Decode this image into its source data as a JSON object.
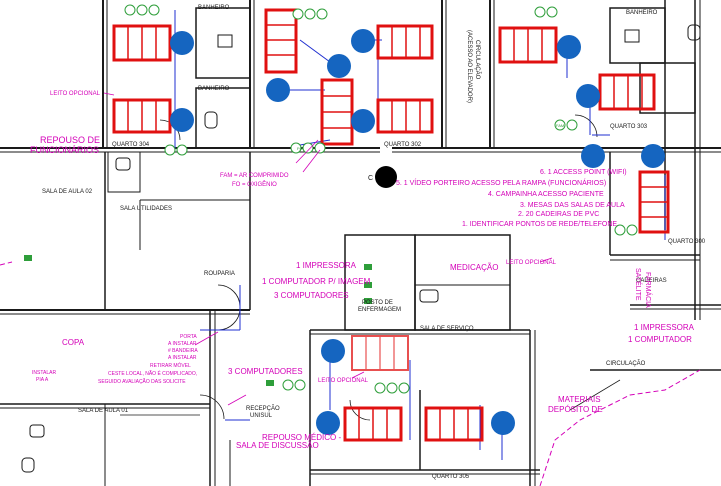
{
  "colors": {
    "wall": "#1a1a1a",
    "bed": "#e01010",
    "marker": "#1565c0",
    "annotation": "#d400b8",
    "badge": "#2e9e3a",
    "wire": "#1f2fd0",
    "access_point": "#000000"
  },
  "icons": {
    "marker": "blue-circle-marker",
    "access_point": "black-circle-marker"
  },
  "labels": {
    "banheiro_top": "BANHEIRO",
    "banheiro_mid": "BANHEIRO",
    "banheiro_right": "BANHEIRO",
    "circulacao": "CIRCULAÇÃO",
    "circulacao_sub": "(ACESSO AO ELEVADOR)",
    "leito_opcional": "LEITO OPCIONAL",
    "quarto_304": "QUARTO 304",
    "quarto_302": "QUARTO 302",
    "quarto_303": "QUARTO 303",
    "quarto_300": "QUARTO 300",
    "repouso_func_1": "REPOUSO DE",
    "repouso_func_2": "FUNCIONÁRIOS",
    "sala_aula_02": "SALA DE AULA 02",
    "sala_utilidades": "SALA UTILIDADES",
    "fa_comprimido": "FAM = AR COMPRIMIDO",
    "fo_oxigenio": "FO = OXIGÊNIO",
    "ap_label": "C",
    "rouparia": "ROUPARIA",
    "comp_imagem_1": "1 IMPRESSORA",
    "comp_imagem_2": "1 COMPUTADOR P/ IMAGEM",
    "comp_imagem_3": "3 COMPUTADORES",
    "medicacao": "MEDICAÇÃO",
    "posto_enfermagem_1": "POSTO DE",
    "posto_enfermagem_2": "ENFERMAGEM",
    "sala_servico": "SALA DE SERVIÇO",
    "farmacia_1": "FARMÁCIA",
    "farmacia_2": "SATÉLITE",
    "cadeiras": "CADEIRAS",
    "circulacao_2": "CIRCULAÇÃO",
    "comp_impressora_1": "1 COMPUTADOR",
    "comp_impressora_2": "1 IMPRESSORA",
    "copa": "COPA",
    "porta_1": "PORTA",
    "porta_2": "A INSTALAR",
    "porta_3": "# BANDEIRA",
    "porta_4": "A INSTALAR",
    "pia_1": "INSTALAR",
    "pia_2": "PIA A",
    "retirar_1": "RETIRAR MÓVEL",
    "retirar_2": "CESTE LOCAL, NÃO É COMPLICADO,",
    "retirar_3": "SEGUIDO AVALIAÇÃO DAS SOLICITE",
    "sala_aula_01": "SALA DE AULA 01",
    "recepcao_1": "RECEPÇÃO",
    "recepcao_2": "UNISUL",
    "tres_computadores": "3 COMPUTADORES",
    "repouso_medico_1": "REPOUSO MÉDICO -",
    "repouso_medico_2": "SALA DE DISCUSSÃO",
    "deposito_1": "DEPÓSITO DE",
    "deposito_2": "MATERIAIS",
    "quarto_305": "QUARTO 305",
    "leito_opcional_2": "LEITO OPCIONAL",
    "leito_opcional_3": "LEITO OPCIONAL",
    "list_1": "1. IDENTIFICAR PONTOS DE REDE/TELEFONE",
    "list_2": "2. 20 CADEIRAS DE PVC",
    "list_3": "3. MESAS DAS SALAS DE AULA",
    "list_4": "4. CAMPAINHA ACESSO PACIENTE",
    "list_5": "5. 1 VÍDEO PORTEIRO ACESSO PELA RAMPA (FUNCIONÁRIOS)",
    "list_6": "6. 1 ACCESS POINT (WIFI)",
    "badge_fo": "FO",
    "badge_fam": "FAM"
  }
}
